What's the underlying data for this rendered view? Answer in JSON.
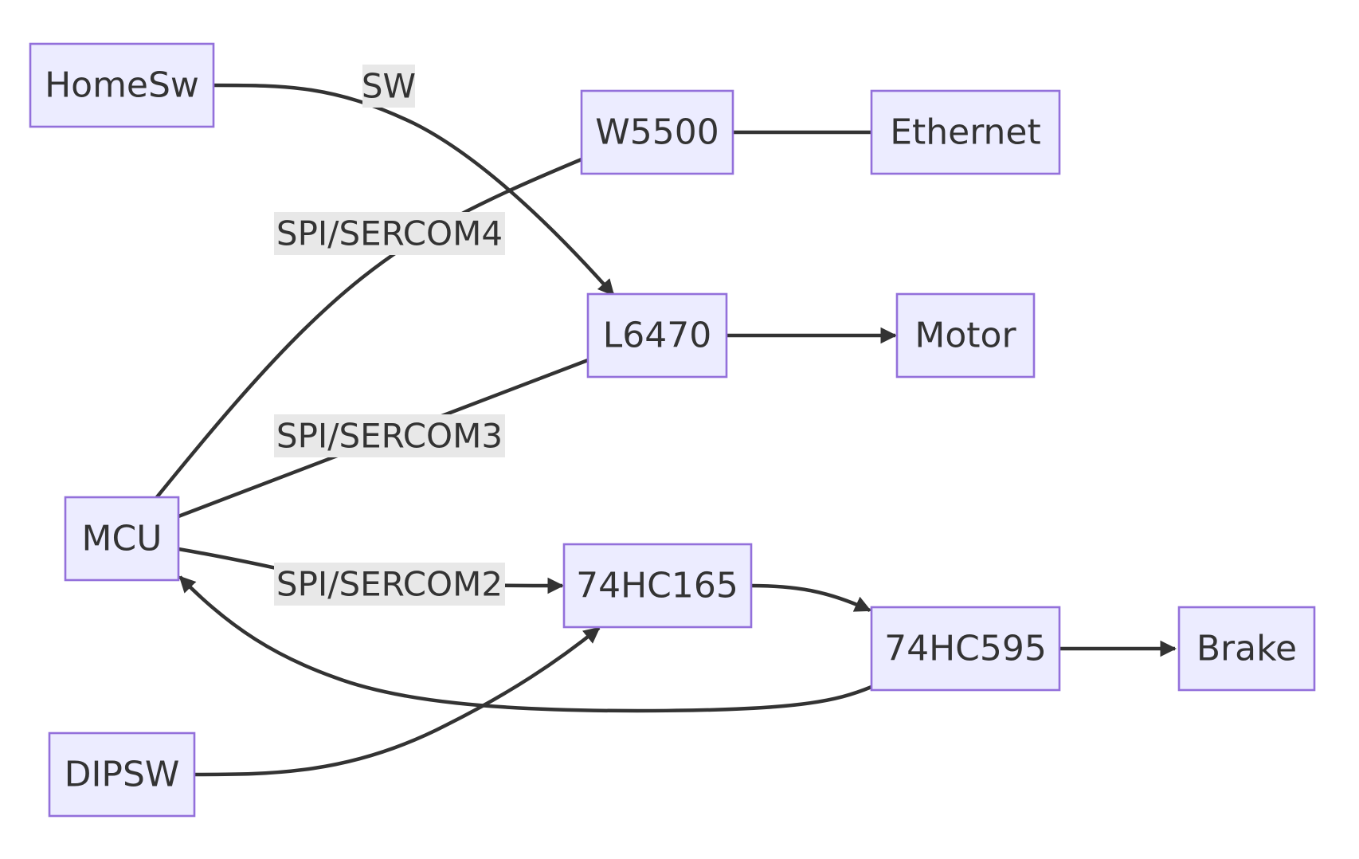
{
  "diagram": {
    "nodes": {
      "homesw": "HomeSw",
      "w5500": "W5500",
      "ethernet": "Ethernet",
      "l6470": "L6470",
      "motor": "Motor",
      "mcu": "MCU",
      "hc165": "74HC165",
      "hc595": "74HC595",
      "brake": "Brake",
      "dipsw": "DIPSW"
    },
    "edge_labels": {
      "sw": "SW",
      "spi4": "SPI/SERCOM4",
      "spi3": "SPI/SERCOM3",
      "spi2": "SPI/SERCOM2"
    },
    "colors": {
      "node_fill": "#ECECFF",
      "node_stroke": "#9370DB",
      "edge": "#333333",
      "label_bg": "#E8E8E8"
    }
  }
}
